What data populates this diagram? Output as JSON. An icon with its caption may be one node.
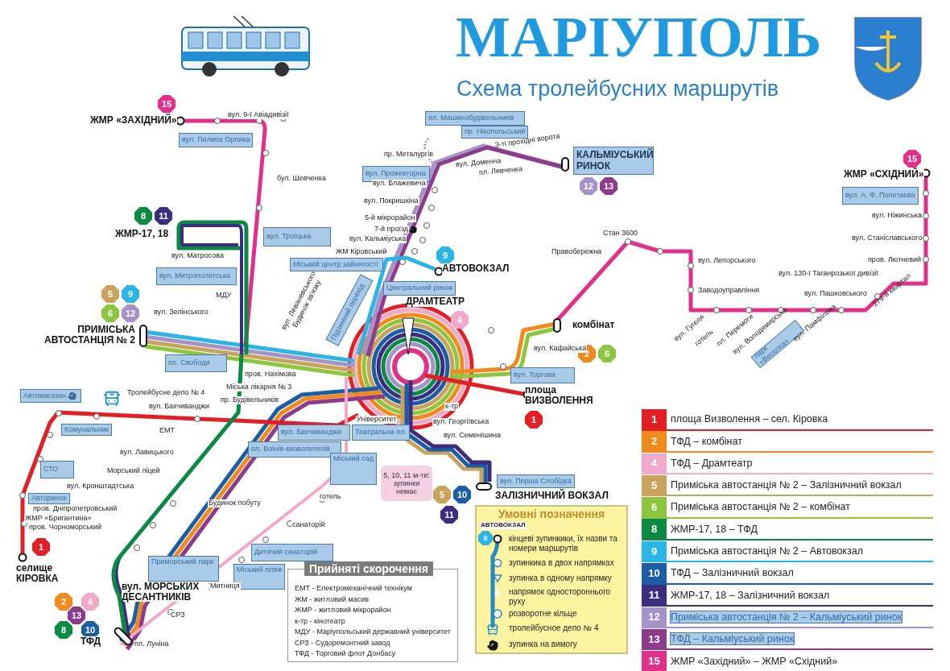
{
  "diagram": {
    "title": "МАРІУПОЛЬ",
    "caption": "Схема тролейбусних маршрутів",
    "nodes": [
      {
        "text": [
          "пл. Машинобудівельників"
        ]
      },
      {
        "text": [
          "пр. Нікопольський"
        ]
      },
      {
        "text": [
          "вул. Пилипа Орлика"
        ]
      },
      {
        "text": [
          "КАЛЬМІУСЬКИЙ РИНОК"
        ]
      },
      {
        "text": [
          "вул. Прожекторна"
        ]
      },
      {
        "text": [
          "вул. А. Ф. Полетаєва"
        ]
      },
      {
        "text": [
          "вул. Троїцька"
        ]
      },
      {
        "text": [
          "Міський центр зайнятості"
        ]
      },
      {
        "text": [
          "вул. Митрополитська"
        ]
      },
      {
        "text": [
          "Центральний ринок"
        ]
      },
      {
        "text": [
          "Підземний перехід"
        ]
      },
      {
        "text": [
          "парк «Веселка»"
        ]
      },
      {
        "text": [
          "пл. Свободи"
        ]
      },
      {
        "text": [
          "вул. Торгова"
        ]
      },
      {
        "text": [
          "Автомагазин"
        ]
      },
      {
        "text": [
          "Комунальник"
        ]
      },
      {
        "text": [
          "вул. Бахчиванджи"
        ]
      },
      {
        "text": [
          "Театральна пл."
        ]
      },
      {
        "text": [
          "пл. Воїнів-визволителів"
        ]
      },
      {
        "text": [
          "Міський сад"
        ]
      },
      {
        "text": [
          "СТО"
        ]
      },
      {
        "text": [
          "5, 10, 11 м-ти: зупинки немає"
        ]
      },
      {
        "text": [
          "вул. Перша Слобідка"
        ]
      },
      {
        "text": [
          "Авторинок"
        ]
      },
      {
        "text": [
          "Дитячий санаторій"
        ]
      },
      {
        "text": [
          "Приморський парк"
        ]
      },
      {
        "text": [
          "Міський пляж"
        ]
      },
      {
        "text": [
          "Умовні позначення"
        ]
      },
      {
        "text": [
          "Прийняті скорочення",
          "ЕМТ - Електромеханічний технікум",
          "ЖМ - житловий масив",
          "ЖМР - житловий мікрорайон",
          "к-тр - кінотеатр",
          "МДУ - Маріупольський державний університет",
          "СРЗ - Судоремонтний завод",
          "ТФД - Торговий флот Донбасу"
        ]
      }
    ],
    "labels": [
      "15",
      "ЖМР «ЗАХІДНИЙ»",
      "вул. 9-ї Авіадивізії",
      "бул. Шевченка",
      "8",
      "11",
      "ЖМР-17, 18",
      "вул. Матросова",
      "5",
      "9",
      "6",
      "12",
      "ПРИМІСЬКА АВТОСТАНЦІЯ № 2",
      "вул. Зелінського",
      "МДУ",
      "вул. Леваневського",
      "Будинок зв'язку",
      "пр. Металургів",
      "3-ті прохідні ворота",
      "вул. Доменна",
      "пл. Левченка",
      "вул. Блажевича",
      "12",
      "13",
      "вул. Покришкіна",
      "5-й мікрорайон",
      "7-й проїзд",
      "вул. Кальміуська",
      "ЖМ Кіровський",
      "9",
      "АВТОВОКЗАЛ",
      "ДРАМТЕАТР",
      "4",
      "15",
      "ЖМР «СХІДНИЙ»",
      "вул. Ніжинська",
      "вул. Станіславського",
      "пров. Лютневий",
      "Стан 3600",
      "вул. Лепорського",
      "Правобережна",
      "вул. 130-ї Таганрозької дивізії",
      "Заводоуправління",
      "вул. Пашковського",
      "279-й квартал",
      "комбінат",
      "вул. Гугеля",
      "готель",
      "пл. Перемоги",
      "вул. Володимирська",
      "вул. Памфілова",
      "2",
      "6",
      "вул. Кафайська",
      "пров. Нахімова",
      "площа ВИЗВОЛЕННЯ",
      "Міська лікарня № 3",
      "Тролейбусне депо № 4",
      "пр. Будівельників",
      "вул. Бахчиванджи",
      "к-тр",
      "Університет",
      "вул. Георгіївська",
      "1",
      "ЕМТ",
      "вул. Семенішина",
      "вул. Лавицького",
      "Морський ліцей",
      "вул. Кронштадтська",
      "5",
      "10",
      "ЗАЛІЗНИЧНИЙ ВОКЗАЛ",
      "Будинок побуту",
      "готель",
      "11",
      "пров. Дніпропетровський",
      "ЖМР «Бригантина»",
      "пров. Чорноморський",
      "санаторій",
      "селище КІРОВКА",
      "1",
      "вул. МОРСЬКИХ ДЕСАНТНИКІВ",
      "Митниця",
      "2",
      "4",
      "13",
      "8",
      "10",
      "СРЗ",
      "ТФД",
      "пл. Луніна",
      "АВТОВОКЗАЛ",
      "9",
      "1",
      "2",
      "4",
      "5",
      "6",
      "8",
      "9",
      "10",
      "11",
      "12",
      "13",
      "15"
    ],
    "legend": [
      {
        "text": "площа Визволення – сел. Кіровка",
        "color": "#e31e24"
      },
      {
        "text": "ТФД – комбінат",
        "color": "#f08a1d"
      },
      {
        "text": "ТФД – Драмтеатр",
        "color": "#f2a9c9"
      },
      {
        "text": "Приміська автостанція № 2 – Залізничний вокзал",
        "color": "#c9a35b"
      },
      {
        "text": "Приміська автостанція № 2 – комбінат",
        "color": "#8cc63f"
      },
      {
        "text": "ЖМР-17, 18 – ТФД",
        "color": "#0b8a43"
      },
      {
        "text": "Приміська автостанція № 2 – Автовокзал",
        "color": "#2bb5e6"
      },
      {
        "text": "ТФД – Залізничний вокзал",
        "color": "#1b5da6"
      },
      {
        "text": "ЖМР-17, 18 – Залізничний вокзал",
        "color": "#3b2d7f"
      },
      {
        "text": "Приміська автостанція № 2 – Кальміуський ринок",
        "color": "#a592c9"
      },
      {
        "text": "ТФД – Кальміуський ринок",
        "color": "#8e3b8d"
      },
      {
        "text": "ЖМР «Західний» – ЖМР «Східний»",
        "color": "#e0308a"
      },
      {
        "text": "кінцеві зупинкики, їх назви та номери маршрутів"
      },
      {
        "text": "зупинкика в двох напрямках"
      },
      {
        "text": "зупинка в одному напрямку"
      },
      {
        "text": "напрямок одностороннього руху"
      },
      {
        "text": "розворотне кільце"
      },
      {
        "text": "тролейбусное депо № 4"
      },
      {
        "text": "зупинка на вимогу"
      }
    ]
  }
}
